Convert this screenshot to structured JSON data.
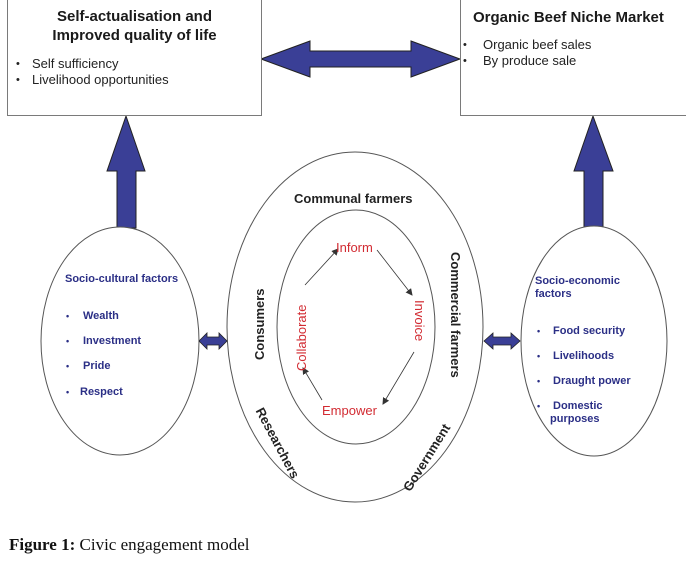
{
  "figure": {
    "caption_label": "Figure 1:",
    "caption_text": "Civic engagement model"
  },
  "top_left_box": {
    "title_line1": "Self-actualisation and",
    "title_line2": "Improved quality of life",
    "items": [
      "Self sufficiency",
      "Livelihood opportunities"
    ]
  },
  "top_right_box": {
    "title": "Organic Beef Niche Market",
    "items": [
      "Organic beef sales",
      "By produce sale"
    ]
  },
  "left_ellipse": {
    "title": "Socio-cultural factors",
    "items": [
      "Wealth",
      "Investment",
      "Pride",
      "Respect"
    ]
  },
  "right_ellipse": {
    "title_line1": "Socio-economic",
    "title_line2": "factors",
    "items": [
      "Food security",
      "Livelihoods",
      "Draught power",
      "Domestic",
      "purposes"
    ]
  },
  "outer_ring": {
    "top": "Communal farmers",
    "left": "Consumers",
    "right": "Commercial farmers",
    "bottom_left": "Researchers",
    "bottom_right": "Government"
  },
  "inner_cycle": {
    "top": "Inform",
    "right": "Invoice",
    "bottom": "Empower",
    "left": "Collaborate"
  },
  "bullet_glyph": "•",
  "colors": {
    "arrow_fill": "#3a3f96",
    "factor_text": "#2b2f86",
    "cycle_text": "#d22b32"
  }
}
